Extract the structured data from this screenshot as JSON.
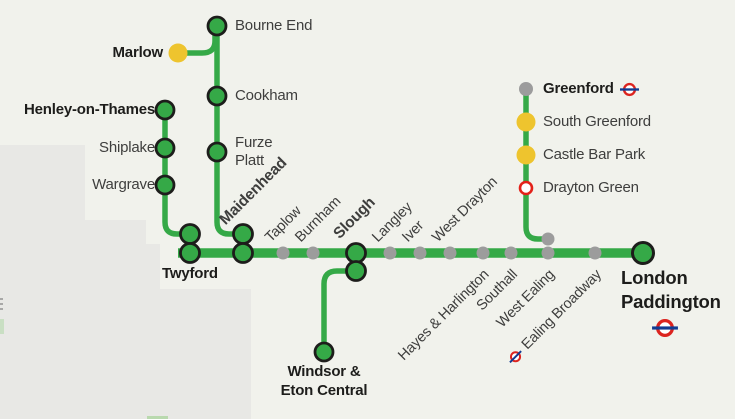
{
  "map": {
    "colors": {
      "line_green": "#35a947",
      "branch_yellow": "#eec42e",
      "minor_dot_gray": "#9c9c9c",
      "marker_outline_black": "#1d1d1b",
      "label_dark": "#1d1d1b",
      "label_gray": "#3e3e3d",
      "background": "#f1f2ec",
      "region_gray": "#e8e8e5",
      "roundel_red": "#dc241f",
      "roundel_blue": "#113b92",
      "limited_service_ring_red": "#e32119"
    },
    "icons": {
      "underground_roundel": "red ring with blue horizontal bar (London Underground interchange)"
    },
    "stations": {
      "bourne_end": {
        "name": "Bourne End"
      },
      "marlow": {
        "name": "Marlow"
      },
      "cookham": {
        "name": "Cookham"
      },
      "furze_platt": {
        "name": "Furze Platt"
      },
      "henley": {
        "name": "Henley-on-Thames"
      },
      "shiplake": {
        "name": "Shiplake"
      },
      "wargrave": {
        "name": "Wargrave"
      },
      "twyford": {
        "name": "Twyford"
      },
      "maidenhead": {
        "name": "Maidenhead"
      },
      "taplow": {
        "name": "Taplow"
      },
      "burnham": {
        "name": "Burnham"
      },
      "slough": {
        "name": "Slough"
      },
      "windsor": {
        "name": "Windsor & Eton Central"
      },
      "langley": {
        "name": "Langley"
      },
      "iver": {
        "name": "Iver"
      },
      "west_drayton": {
        "name": "West Drayton"
      },
      "hayes": {
        "name": "Hayes & Harlington"
      },
      "southall": {
        "name": "Southall"
      },
      "west_ealing": {
        "name": "West Ealing"
      },
      "ealing_broadway": {
        "name": "Ealing Broadway"
      },
      "greenford": {
        "name": "Greenford"
      },
      "south_greenford": {
        "name": "South Greenford"
      },
      "castle_bar_park": {
        "name": "Castle Bar Park"
      },
      "drayton_green": {
        "name": "Drayton Green"
      },
      "paddington": {
        "name": "London Paddington"
      }
    }
  }
}
